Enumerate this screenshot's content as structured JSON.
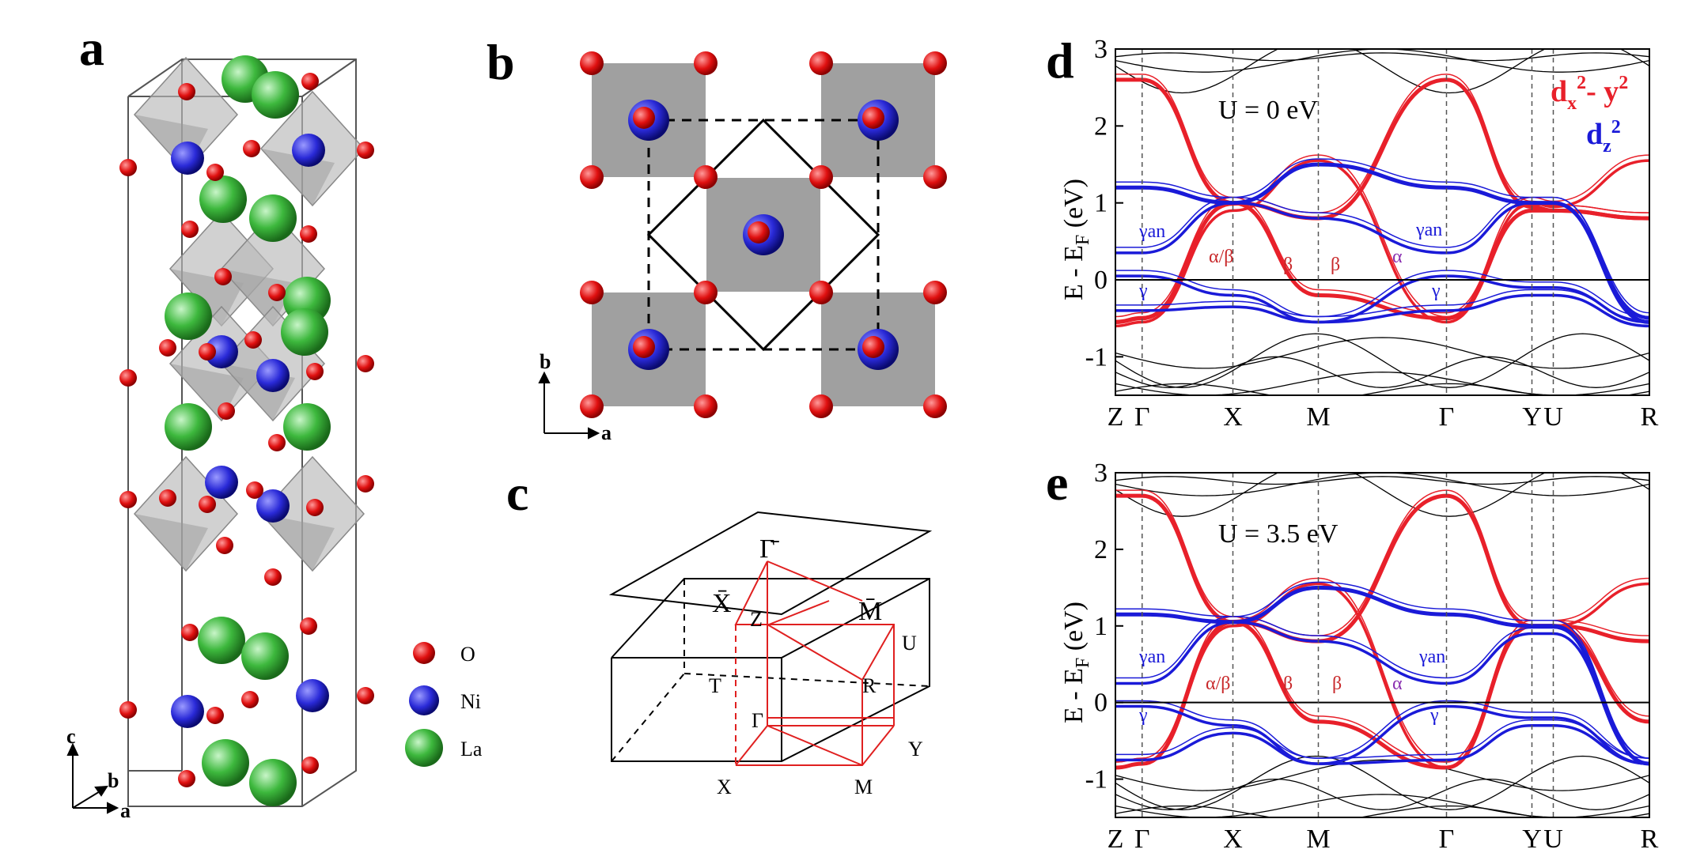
{
  "panels": {
    "a": {
      "label": "a",
      "legend": [
        {
          "symbol": "O",
          "color": "#e01010"
        },
        {
          "symbol": "Ni",
          "color": "#2a2ad8"
        },
        {
          "symbol": "La",
          "color": "#3db83d"
        }
      ],
      "axes": {
        "c": "c",
        "b": "b",
        "a": "a"
      }
    },
    "b": {
      "label": "b",
      "axes": {
        "b": "b",
        "a": "a"
      }
    },
    "c": {
      "label": "c",
      "kpoints": {
        "gbar": "Γ̄",
        "xbar": "X̄",
        "mbar": "M̄",
        "Z": "Z",
        "U": "U",
        "T": "T",
        "R": "R",
        "G": "Γ",
        "Y": "Y",
        "X": "X",
        "M": "M"
      }
    },
    "d": {
      "label": "d",
      "annotation": "U = 0 eV",
      "ylabel": "E - E",
      "ylabel_sub": "F",
      "ylabel_unit": " (eV)",
      "band_labels": [
        "γan",
        "α/β",
        "β",
        "β",
        "α",
        "γan",
        "γ",
        "γ"
      ]
    },
    "e": {
      "label": "e",
      "annotation": "U = 3.5 eV",
      "ylabel": "E - E",
      "ylabel_sub": "F",
      "ylabel_unit": " (eV)",
      "band_labels": [
        "γan",
        "α/β",
        "β",
        "β",
        "α",
        "γan",
        "γ",
        "γ"
      ]
    }
  },
  "orbital_legend": {
    "dx2y2": {
      "main": "d",
      "sub": "x",
      "sup1": "2",
      "mid": "- y",
      "sup2": "2",
      "color": "#e8202a"
    },
    "dz2": {
      "main": "d",
      "sub": "z",
      "sup": "2",
      "color": "#1a1ad8"
    }
  },
  "colors": {
    "eg_x2y2": "#e8202a",
    "eg_z2": "#1a1ad8",
    "mixed": "#8a30b0",
    "other": "#000000"
  },
  "chart_data": [
    {
      "type": "line",
      "panel": "d",
      "title": "",
      "xlabel": "",
      "ylabel": "E - EF (eV)",
      "ylim": [
        -1.5,
        3
      ],
      "yticks": [
        -1,
        0,
        1,
        2,
        3
      ],
      "kpath": [
        "Z",
        "Γ",
        "X",
        "M",
        "Γ",
        "Y",
        "U",
        "R"
      ],
      "kpos": [
        0,
        0.05,
        0.22,
        0.38,
        0.62,
        0.78,
        0.82,
        1.0
      ],
      "series": [
        {
          "orbital": "dx2-y2",
          "values": [
            2.6,
            2.6,
            1.0,
            0.8,
            2.6,
            0.95,
            0.9,
            0.8
          ]
        },
        {
          "orbital": "dx2-y2",
          "values": [
            -0.55,
            -0.5,
            1.0,
            -0.2,
            -0.5,
            0.9,
            0.9,
            0.8
          ]
        },
        {
          "orbital": "dx2-y2",
          "values": [
            -0.6,
            -0.55,
            0.9,
            1.55,
            -0.55,
            1.0,
            0.95,
            1.55
          ]
        },
        {
          "orbital": "dz2",
          "values": [
            1.2,
            1.2,
            1.0,
            1.5,
            1.2,
            1.0,
            1.0,
            -0.55
          ]
        },
        {
          "orbital": "dz2",
          "values": [
            0.35,
            0.35,
            1.0,
            0.8,
            0.35,
            1.0,
            1.0,
            -0.5
          ]
        },
        {
          "orbital": "dz2",
          "values": [
            0.05,
            0.05,
            -0.2,
            -0.55,
            0.05,
            -0.1,
            -0.1,
            -0.55
          ]
        },
        {
          "orbital": "dz2",
          "values": [
            -0.4,
            -0.4,
            -0.35,
            -0.55,
            -0.4,
            -0.2,
            -0.2,
            -0.6
          ]
        }
      ]
    },
    {
      "type": "line",
      "panel": "e",
      "title": "",
      "xlabel": "",
      "ylabel": "E - EF (eV)",
      "ylim": [
        -1.5,
        3
      ],
      "yticks": [
        -1,
        0,
        1,
        2,
        3
      ],
      "kpath": [
        "Z",
        "Γ",
        "X",
        "M",
        "Γ",
        "Y",
        "U",
        "R"
      ],
      "kpos": [
        0,
        0.05,
        0.22,
        0.38,
        0.62,
        0.78,
        0.82,
        1.0
      ],
      "series": [
        {
          "orbital": "dx2-y2",
          "values": [
            2.7,
            2.7,
            1.05,
            0.8,
            2.7,
            1.0,
            1.0,
            0.8
          ]
        },
        {
          "orbital": "dx2-y2",
          "values": [
            -0.85,
            -0.8,
            1.05,
            -0.25,
            -0.85,
            1.0,
            1.0,
            -0.25
          ]
        },
        {
          "orbital": "dx2-y2",
          "values": [
            -0.85,
            -0.8,
            1.0,
            1.55,
            -0.85,
            1.0,
            1.0,
            1.55
          ]
        },
        {
          "orbital": "dz2",
          "values": [
            1.15,
            1.15,
            1.05,
            1.5,
            1.15,
            1.0,
            1.0,
            -0.8
          ]
        },
        {
          "orbital": "dz2",
          "values": [
            0.25,
            0.25,
            1.05,
            0.8,
            0.25,
            0.9,
            0.9,
            -0.8
          ]
        },
        {
          "orbital": "dz2",
          "values": [
            -0.05,
            -0.05,
            -0.3,
            -0.8,
            -0.05,
            -0.2,
            -0.2,
            -0.8
          ]
        },
        {
          "orbital": "dz2",
          "values": [
            -0.75,
            -0.75,
            -0.4,
            -0.8,
            -0.75,
            -0.3,
            -0.3,
            -0.8
          ]
        }
      ]
    }
  ]
}
